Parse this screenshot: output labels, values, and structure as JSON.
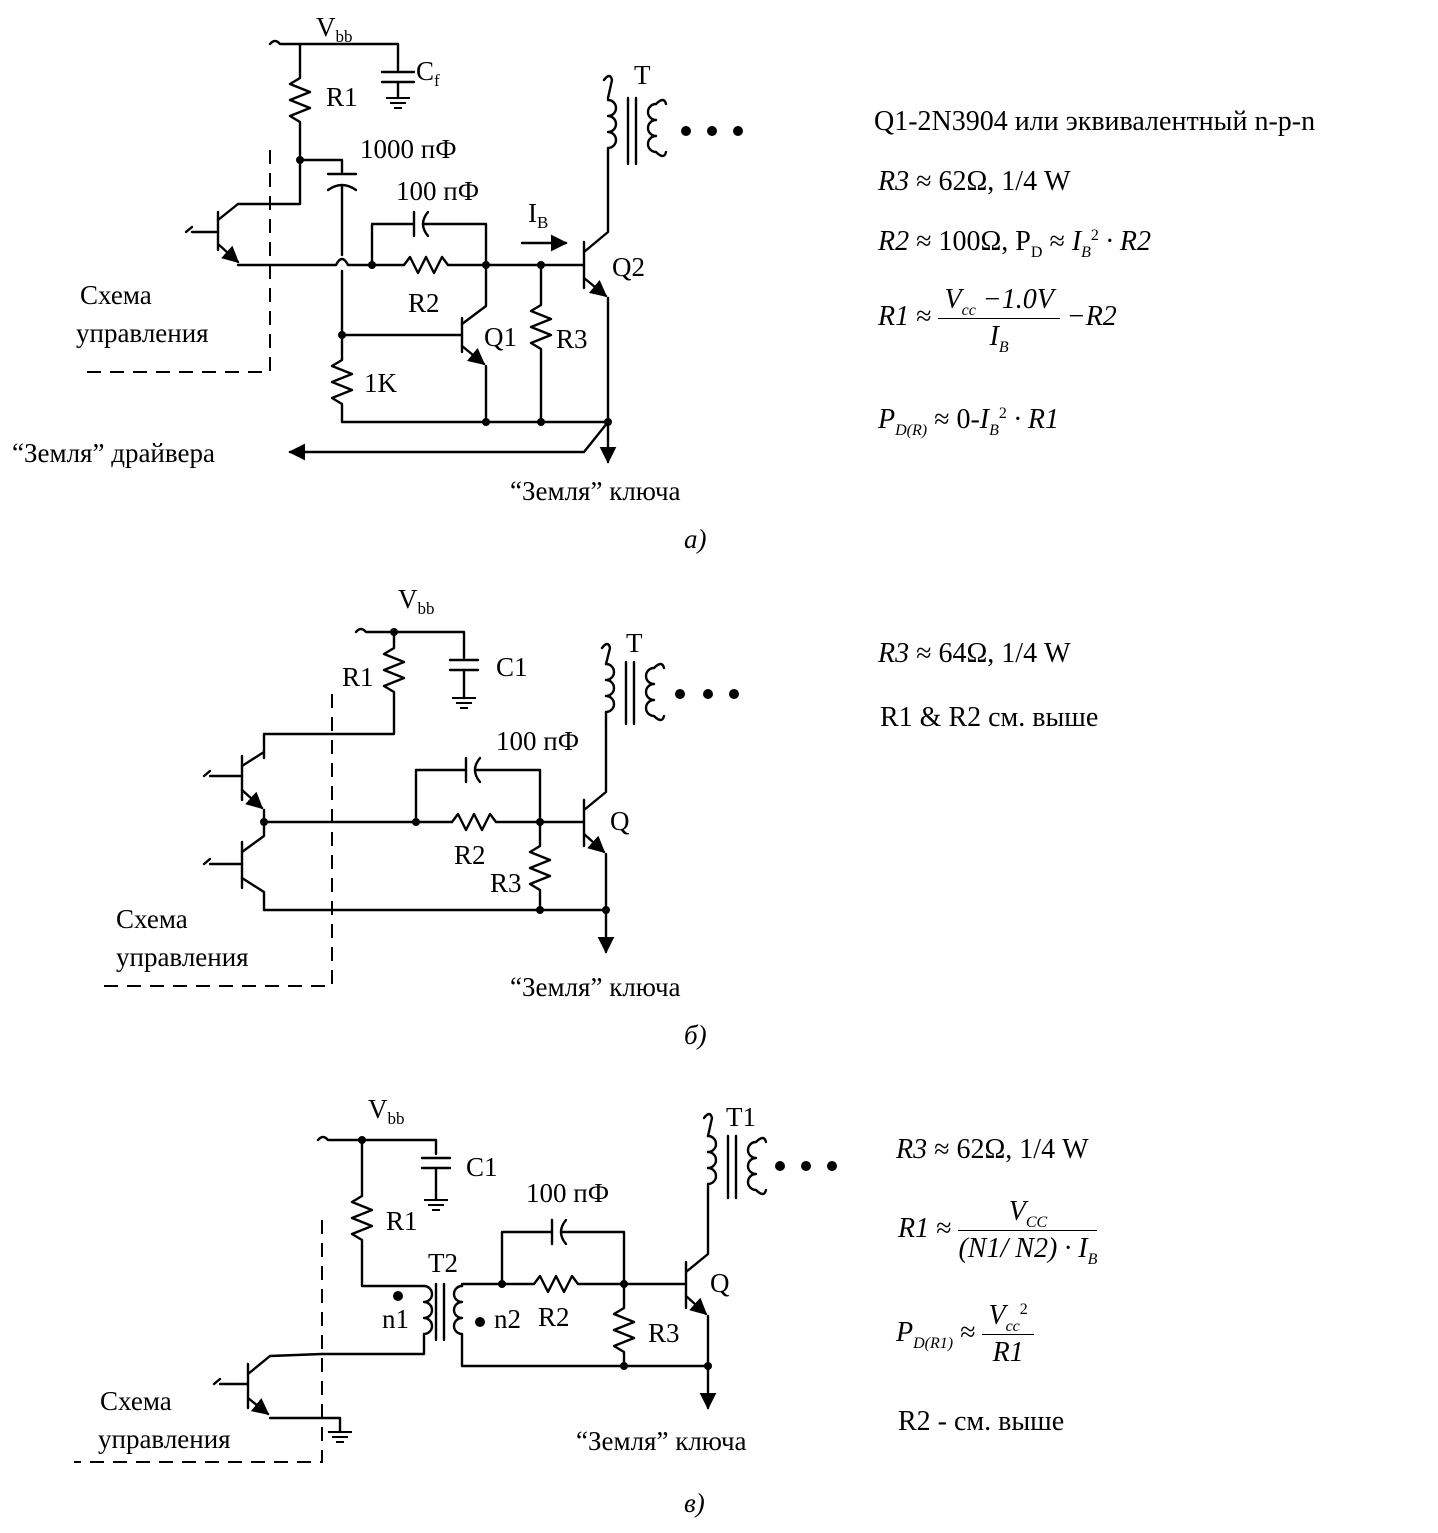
{
  "circuit_a": {
    "vbb": "V",
    "vbb_sub": "bb",
    "cf": "C",
    "cf_sub": "f",
    "r1": "R1",
    "c_1000": "1000 пФ",
    "c_100": "100 пФ",
    "ib": "I",
    "ib_sub": "B",
    "t": "T",
    "q2": "Q2",
    "r2": "R2",
    "q1": "Q1",
    "r3": "R3",
    "r1k": "1K",
    "control": [
      "Схема",
      "управления"
    ],
    "driver_ground": "“Земля” драйвера",
    "switch_ground": "“Земля” ключа",
    "caption": "а)"
  },
  "circuit_b": {
    "vbb": "V",
    "vbb_sub": "bb",
    "c1": "C1",
    "r1": "R1",
    "t": "T",
    "c_100": "100 пФ",
    "q": "Q",
    "r2": "R2",
    "r3": "R3",
    "control": [
      "Схема",
      "управления"
    ],
    "switch_ground": "“Земля” ключа",
    "caption": "б)"
  },
  "circuit_c": {
    "vbb": "V",
    "vbb_sub": "bb",
    "c1": "C1",
    "r1": "R1",
    "t1": "T1",
    "c_100": "100 пФ",
    "t2": "T2",
    "n1": "n1",
    "n2": "n2",
    "r2": "R2",
    "q": "Q",
    "r3": "R3",
    "control": [
      "Схема",
      "управления"
    ],
    "switch_ground": "“Земля” ключа",
    "caption": "в)"
  },
  "formulas_a": {
    "q1_note": "Q1-2N3904 или эквивалентный n-p-n",
    "r3": {
      "lhs": "R3",
      "rel": " ≈ ",
      "rhs": "62Ω, 1/4 W"
    },
    "r2": {
      "lhs": "R2",
      "rel": " ≈ ",
      "val": "100Ω, P",
      "pd_sub": "D",
      "rel2": " ≈ ",
      "ib": "I",
      "ib_sub": "B",
      "sq": "2",
      "tail": " · R2"
    },
    "r1": {
      "lhs": "R1",
      "rel": " ≈ ",
      "num_v": "V",
      "num_sub": "cc",
      "num_tail": " −1.0V",
      "den": "I",
      "den_sub": "B",
      "tail": " −R2"
    },
    "pd": {
      "lhs": "P",
      "lhs_sub": "D(R)",
      "rel": " ≈ ",
      "rhs": "0-",
      "ib": "I",
      "ib_sub": "B",
      "sq": "2",
      "tail": " · R1"
    }
  },
  "formulas_b": {
    "r3": {
      "lhs": "R3",
      "rel": " ≈ ",
      "rhs": "64Ω, 1/4 W"
    },
    "note": "R1 & R2 см. выше"
  },
  "formulas_c": {
    "r3": {
      "lhs": "R3",
      "rel": " ≈ ",
      "rhs": "62Ω, 1/4 W"
    },
    "r1": {
      "lhs": "R1",
      "rel": " ≈ ",
      "num_v": "V",
      "num_sub": "CC",
      "den": "(N1/ N2) · I",
      "den_sub": "B"
    },
    "pd": {
      "lhs": "P",
      "lhs_sub": "D(R1)",
      "rel": " ≈ ",
      "num_v": "V",
      "num_sub": "cc",
      "num_sq": "2",
      "den": "R1"
    },
    "note": "R2 - см. выше"
  }
}
